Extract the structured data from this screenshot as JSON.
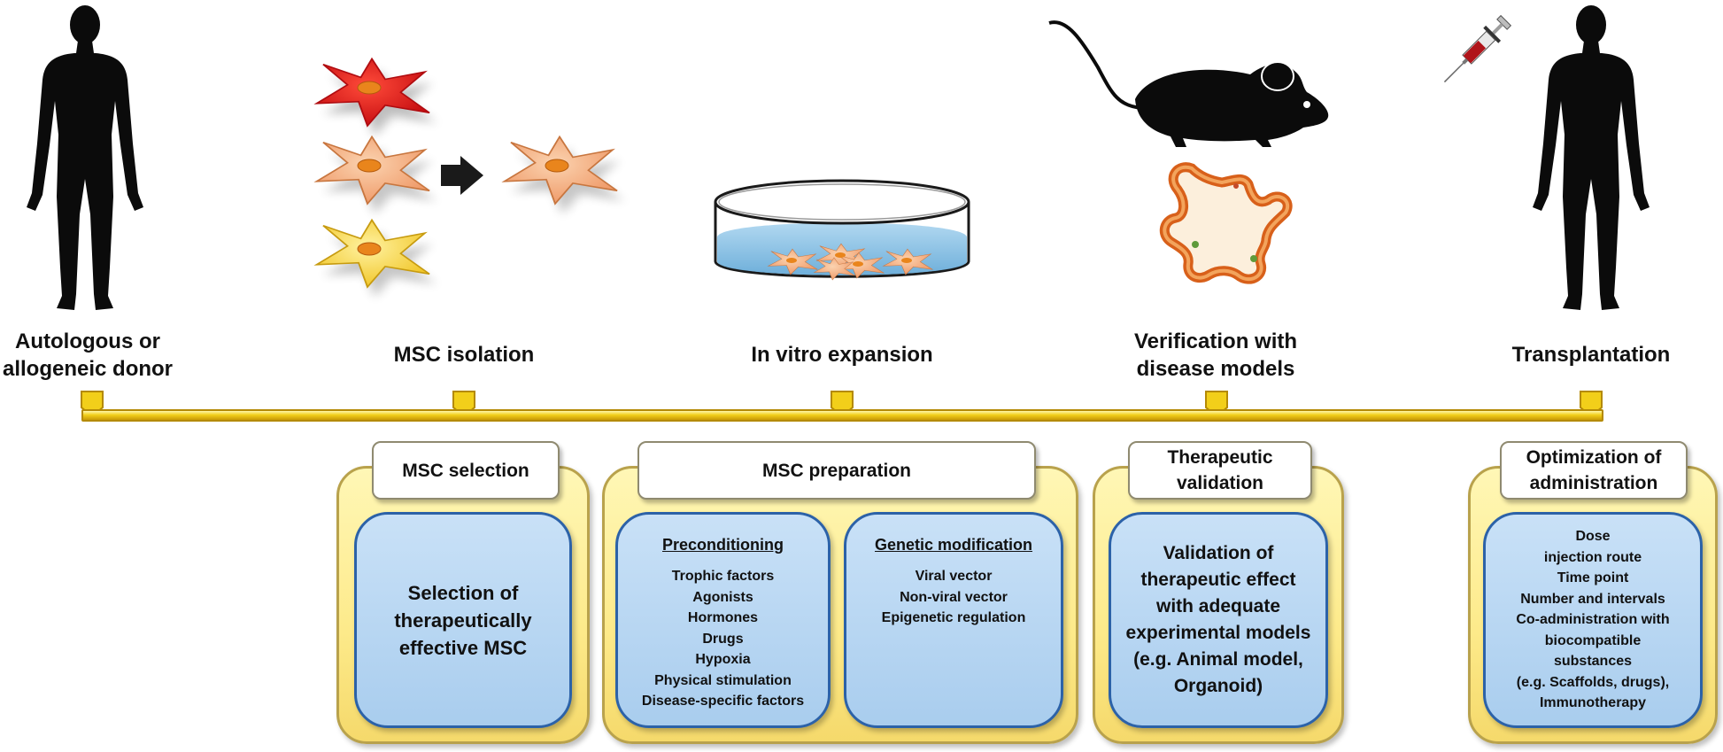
{
  "stages": [
    {
      "line1": "Autologous or",
      "line2": "allogeneic donor"
    },
    {
      "line1": "MSC isolation"
    },
    {
      "line1": "In vitro expansion"
    },
    {
      "line1": "Verification with",
      "line2": "disease models"
    },
    {
      "line1": "Transplantation"
    }
  ],
  "panels": {
    "selection": {
      "tab": "MSC selection",
      "text": [
        "Selection of",
        "therapeutically",
        "effective MSC"
      ]
    },
    "preparation": {
      "tab": "MSC preparation",
      "preconditioning": {
        "heading": "Preconditioning",
        "items": [
          "Trophic factors",
          "Agonists",
          "Hormones",
          "Drugs",
          "Hypoxia",
          "Physical stimulation",
          "Disease-specific factors"
        ]
      },
      "genetic": {
        "heading": "Genetic modification",
        "items": [
          "Viral vector",
          "Non-viral vector",
          "Epigenetic regulation"
        ]
      }
    },
    "validation": {
      "tab": [
        "Therapeutic",
        "validation"
      ],
      "text": [
        "Validation of",
        "therapeutic effect",
        "with adequate",
        "experimental models",
        "(e.g. Animal model,",
        "Organoid)"
      ]
    },
    "administration": {
      "tab": [
        "Optimization of",
        "administration"
      ],
      "items": [
        "Dose",
        "injection route",
        "Time point",
        "Number and intervals",
        "Co-administration with",
        "biocompatible",
        "substances",
        "(e.g. Scaffolds, drugs),",
        "Immunotherapy"
      ]
    }
  },
  "colors": {
    "timeline": "#f2cf1a",
    "panel_fill": "#fdea8a",
    "inner_fill": "#a9cdee",
    "inner_border": "#2c62a8",
    "cell_red": "#e8141a",
    "cell_peach": "#f6b88a",
    "cell_yellow": "#f7d84a",
    "dish_medium": "#8fc3e6"
  },
  "icons": [
    "human-silhouette-icon",
    "msc-cell-icon",
    "arrow-right-icon",
    "petri-dish-icon",
    "mouse-icon",
    "organoid-icon",
    "syringe-icon"
  ]
}
